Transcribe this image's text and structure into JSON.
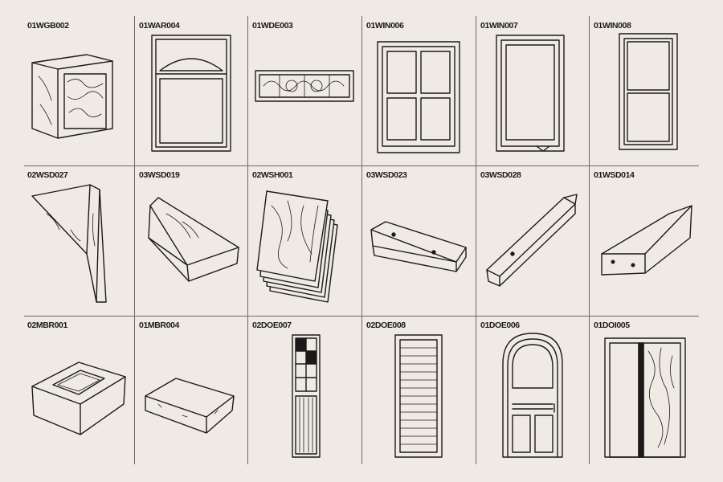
{
  "items": [
    {
      "code": "01WGB002",
      "icon": "glass-block-icon"
    },
    {
      "code": "01WAR004",
      "icon": "arched-window-icon"
    },
    {
      "code": "01WDE003",
      "icon": "decorative-window-icon"
    },
    {
      "code": "01WIN006",
      "icon": "four-pane-window-icon"
    },
    {
      "code": "01WIN007",
      "icon": "casement-window-icon"
    },
    {
      "code": "01WIN008",
      "icon": "double-hung-window-icon"
    },
    {
      "code": "02WSD027",
      "icon": "wood-beam-icon"
    },
    {
      "code": "03WSD019",
      "icon": "wood-beam-icon"
    },
    {
      "code": "02WSH001",
      "icon": "plywood-stack-icon"
    },
    {
      "code": "03WSD023",
      "icon": "wood-plank-icon"
    },
    {
      "code": "03WSD028",
      "icon": "wood-post-icon"
    },
    {
      "code": "01WSD014",
      "icon": "wood-beam-icon"
    },
    {
      "code": "02MBR001",
      "icon": "frogged-brick-icon"
    },
    {
      "code": "01MBR004",
      "icon": "brick-icon"
    },
    {
      "code": "02DOE007",
      "icon": "narrow-door-icon"
    },
    {
      "code": "02DOE008",
      "icon": "slatted-door-icon"
    },
    {
      "code": "01DOE006",
      "icon": "arched-door-icon"
    },
    {
      "code": "01DOI005",
      "icon": "wooden-door-icon"
    }
  ]
}
